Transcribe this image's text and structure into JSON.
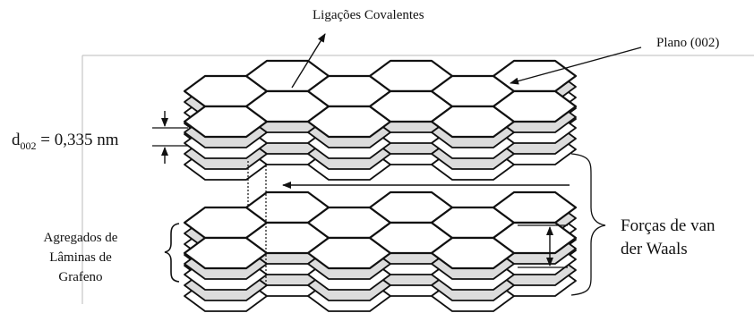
{
  "labels": {
    "covalent": "Ligações Covalentes",
    "plane": "Plano (002)",
    "spacing_main": "d",
    "spacing_sub": "002",
    "spacing_value": "= 0,335 nm",
    "aggregates_line1": "Agregados de",
    "aggregates_line2": "Lâminas de",
    "aggregates_line3": "Grafeno",
    "vdw_line1": "Forças de van",
    "vdw_line2": "der Waals"
  },
  "colors": {
    "stroke": "#111111",
    "sheet_fill": "#ffffff",
    "back_sheet_fill": "#dcdcdc",
    "frame": "#bbbbbb"
  }
}
